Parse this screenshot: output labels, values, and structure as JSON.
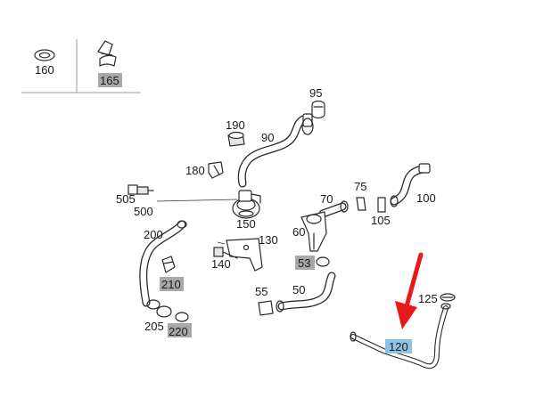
{
  "callouts": {
    "p160": "160",
    "p165": "165",
    "p95": "95",
    "p190": "190",
    "p90": "90",
    "p180": "180",
    "p505": "505",
    "p500": "500",
    "p150": "150",
    "p70": "70",
    "p75": "75",
    "p100": "100",
    "p105": "105",
    "p200": "200",
    "p60": "60",
    "p130": "130",
    "p140": "140",
    "p53": "53",
    "p210": "210",
    "p55": "55",
    "p50": "50",
    "p125": "125",
    "p205": "205",
    "p220": "220",
    "p120": "120"
  },
  "highlight_colors": {
    "grey": "#a8a8a8",
    "blue": "#8ec3e6",
    "arrow": "#e8191b"
  }
}
